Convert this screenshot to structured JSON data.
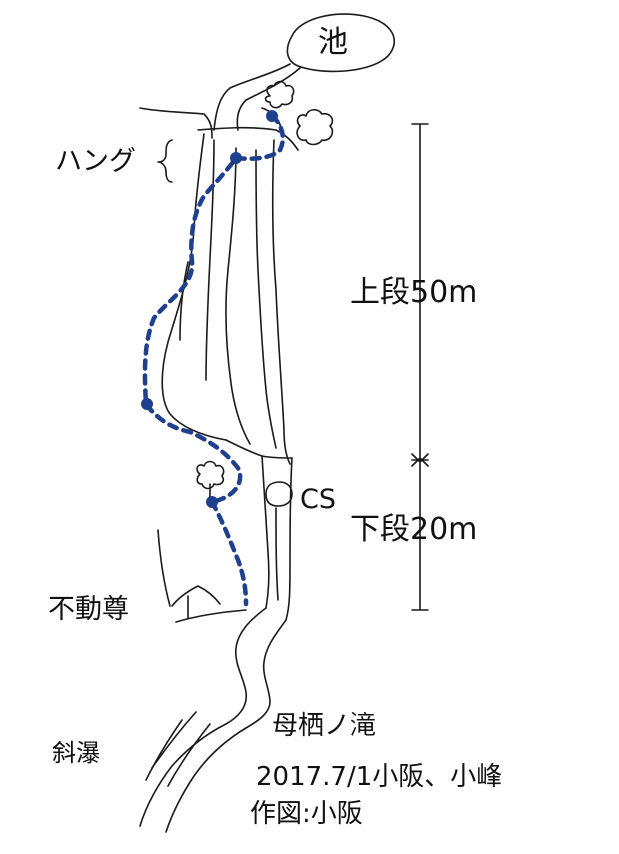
{
  "labels": {
    "pond": "池",
    "hang": "ハング",
    "upper_tier": "上段50m",
    "cs": "CS",
    "lower_tier": "下段20m",
    "fudoson": "不動尊",
    "slant_falls": "斜瀑"
  },
  "caption": {
    "title": "母栖ノ滝",
    "date_authors": "2017.7/1小阪、小峰",
    "drawn_by": "作図:小阪"
  },
  "colors": {
    "line": "#1a1a1a",
    "route": "#1f3f8f",
    "background": "#ffffff"
  }
}
